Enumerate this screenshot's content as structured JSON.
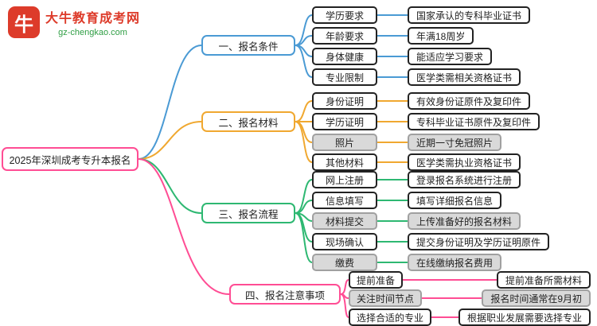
{
  "logo": {
    "icon_char": "牛",
    "title": "大牛教育成考网",
    "domain": "gz-chengkao.com"
  },
  "root": {
    "label": "2025年深圳成考专升本报名"
  },
  "colors": {
    "blue": "#4a9ad4",
    "orange": "#f0a830",
    "green": "#2eb872",
    "pink": "#ff4d94",
    "highlight_fill": "#d9d9d9",
    "highlight_border": "#a0a0a0",
    "logo_red": "#dd3b2a",
    "logo_green": "#2f9e44"
  },
  "branches": [
    {
      "label": "一、报名条件",
      "color": "blue",
      "items": [
        {
          "label": "学历要求",
          "value": "国家承认的专科毕业证书",
          "highlighted": false
        },
        {
          "label": "年龄要求",
          "value": "年满18周岁",
          "highlighted": false
        },
        {
          "label": "身体健康",
          "value": "能适应学习要求",
          "highlighted": false
        },
        {
          "label": "专业限制",
          "value": "医学类需相关资格证书",
          "highlighted": false
        }
      ]
    },
    {
      "label": "二、报名材料",
      "color": "orange",
      "items": [
        {
          "label": "身份证明",
          "value": "有效身份证原件及复印件",
          "highlighted": false
        },
        {
          "label": "学历证明",
          "value": "专科毕业证书原件及复印件",
          "highlighted": false
        },
        {
          "label": "照片",
          "value": "近期一寸免冠照片",
          "highlighted": true
        },
        {
          "label": "其他材料",
          "value": "医学类需执业资格证书",
          "highlighted": false
        }
      ]
    },
    {
      "label": "三、报名流程",
      "color": "green",
      "items": [
        {
          "label": "网上注册",
          "value": "登录报名系统进行注册",
          "highlighted": false
        },
        {
          "label": "信息填写",
          "value": "填写详细报名信息",
          "highlighted": false
        },
        {
          "label": "材料提交",
          "value": "上传准备好的报名材料",
          "highlighted": true
        },
        {
          "label": "现场确认",
          "value": "提交身份证明及学历证明原件",
          "highlighted": false
        },
        {
          "label": "缴费",
          "value": "在线缴纳报名费用",
          "highlighted": true
        }
      ]
    },
    {
      "label": "四、报名注意事项",
      "color": "pink",
      "items": [
        {
          "label": "提前准备",
          "value": "提前准备所需材料",
          "highlighted": false
        },
        {
          "label": "关注时间节点",
          "value": "报名时间通常在9月初",
          "highlighted": true
        },
        {
          "label": "选择合适的专业",
          "value": "根据职业发展需要选择专业",
          "highlighted": false
        }
      ]
    }
  ]
}
